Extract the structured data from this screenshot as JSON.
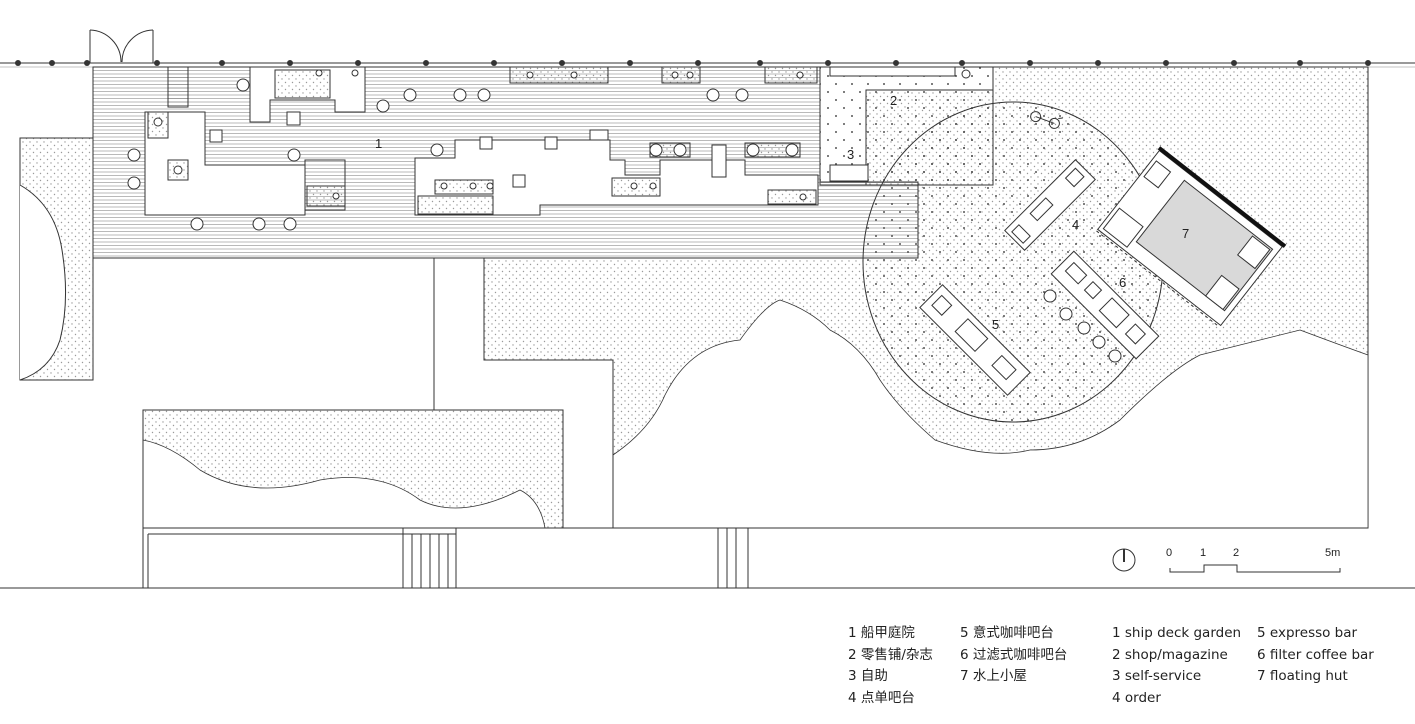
{
  "zone_labels": [
    "1",
    "2",
    "3",
    "4",
    "5",
    "6",
    "7"
  ],
  "scale_bar": {
    "labels": [
      "0",
      "1",
      "2",
      "5m"
    ]
  },
  "legend_zh_col1": [
    "1 船甲庭院",
    "2 零售铺/杂志",
    "3 自助",
    "4 点单吧台"
  ],
  "legend_zh_col2": [
    "5 意式咖啡吧台",
    "6 过滤式咖啡吧台",
    "7 水上小屋"
  ],
  "legend_en_col1": [
    "1 ship deck garden",
    "2 shop/magazine",
    "3 self-service",
    "4 order"
  ],
  "legend_en_col2": [
    "5 expresso bar",
    "6 filter coffee bar",
    "7 floating hut"
  ],
  "colors": {
    "line": "#333333",
    "hut_fill": "#d9d9d9",
    "dot": "#9a9a9a"
  },
  "icons": [
    "north-arrow-icon",
    "door-icon",
    "bicycle-icon"
  ]
}
